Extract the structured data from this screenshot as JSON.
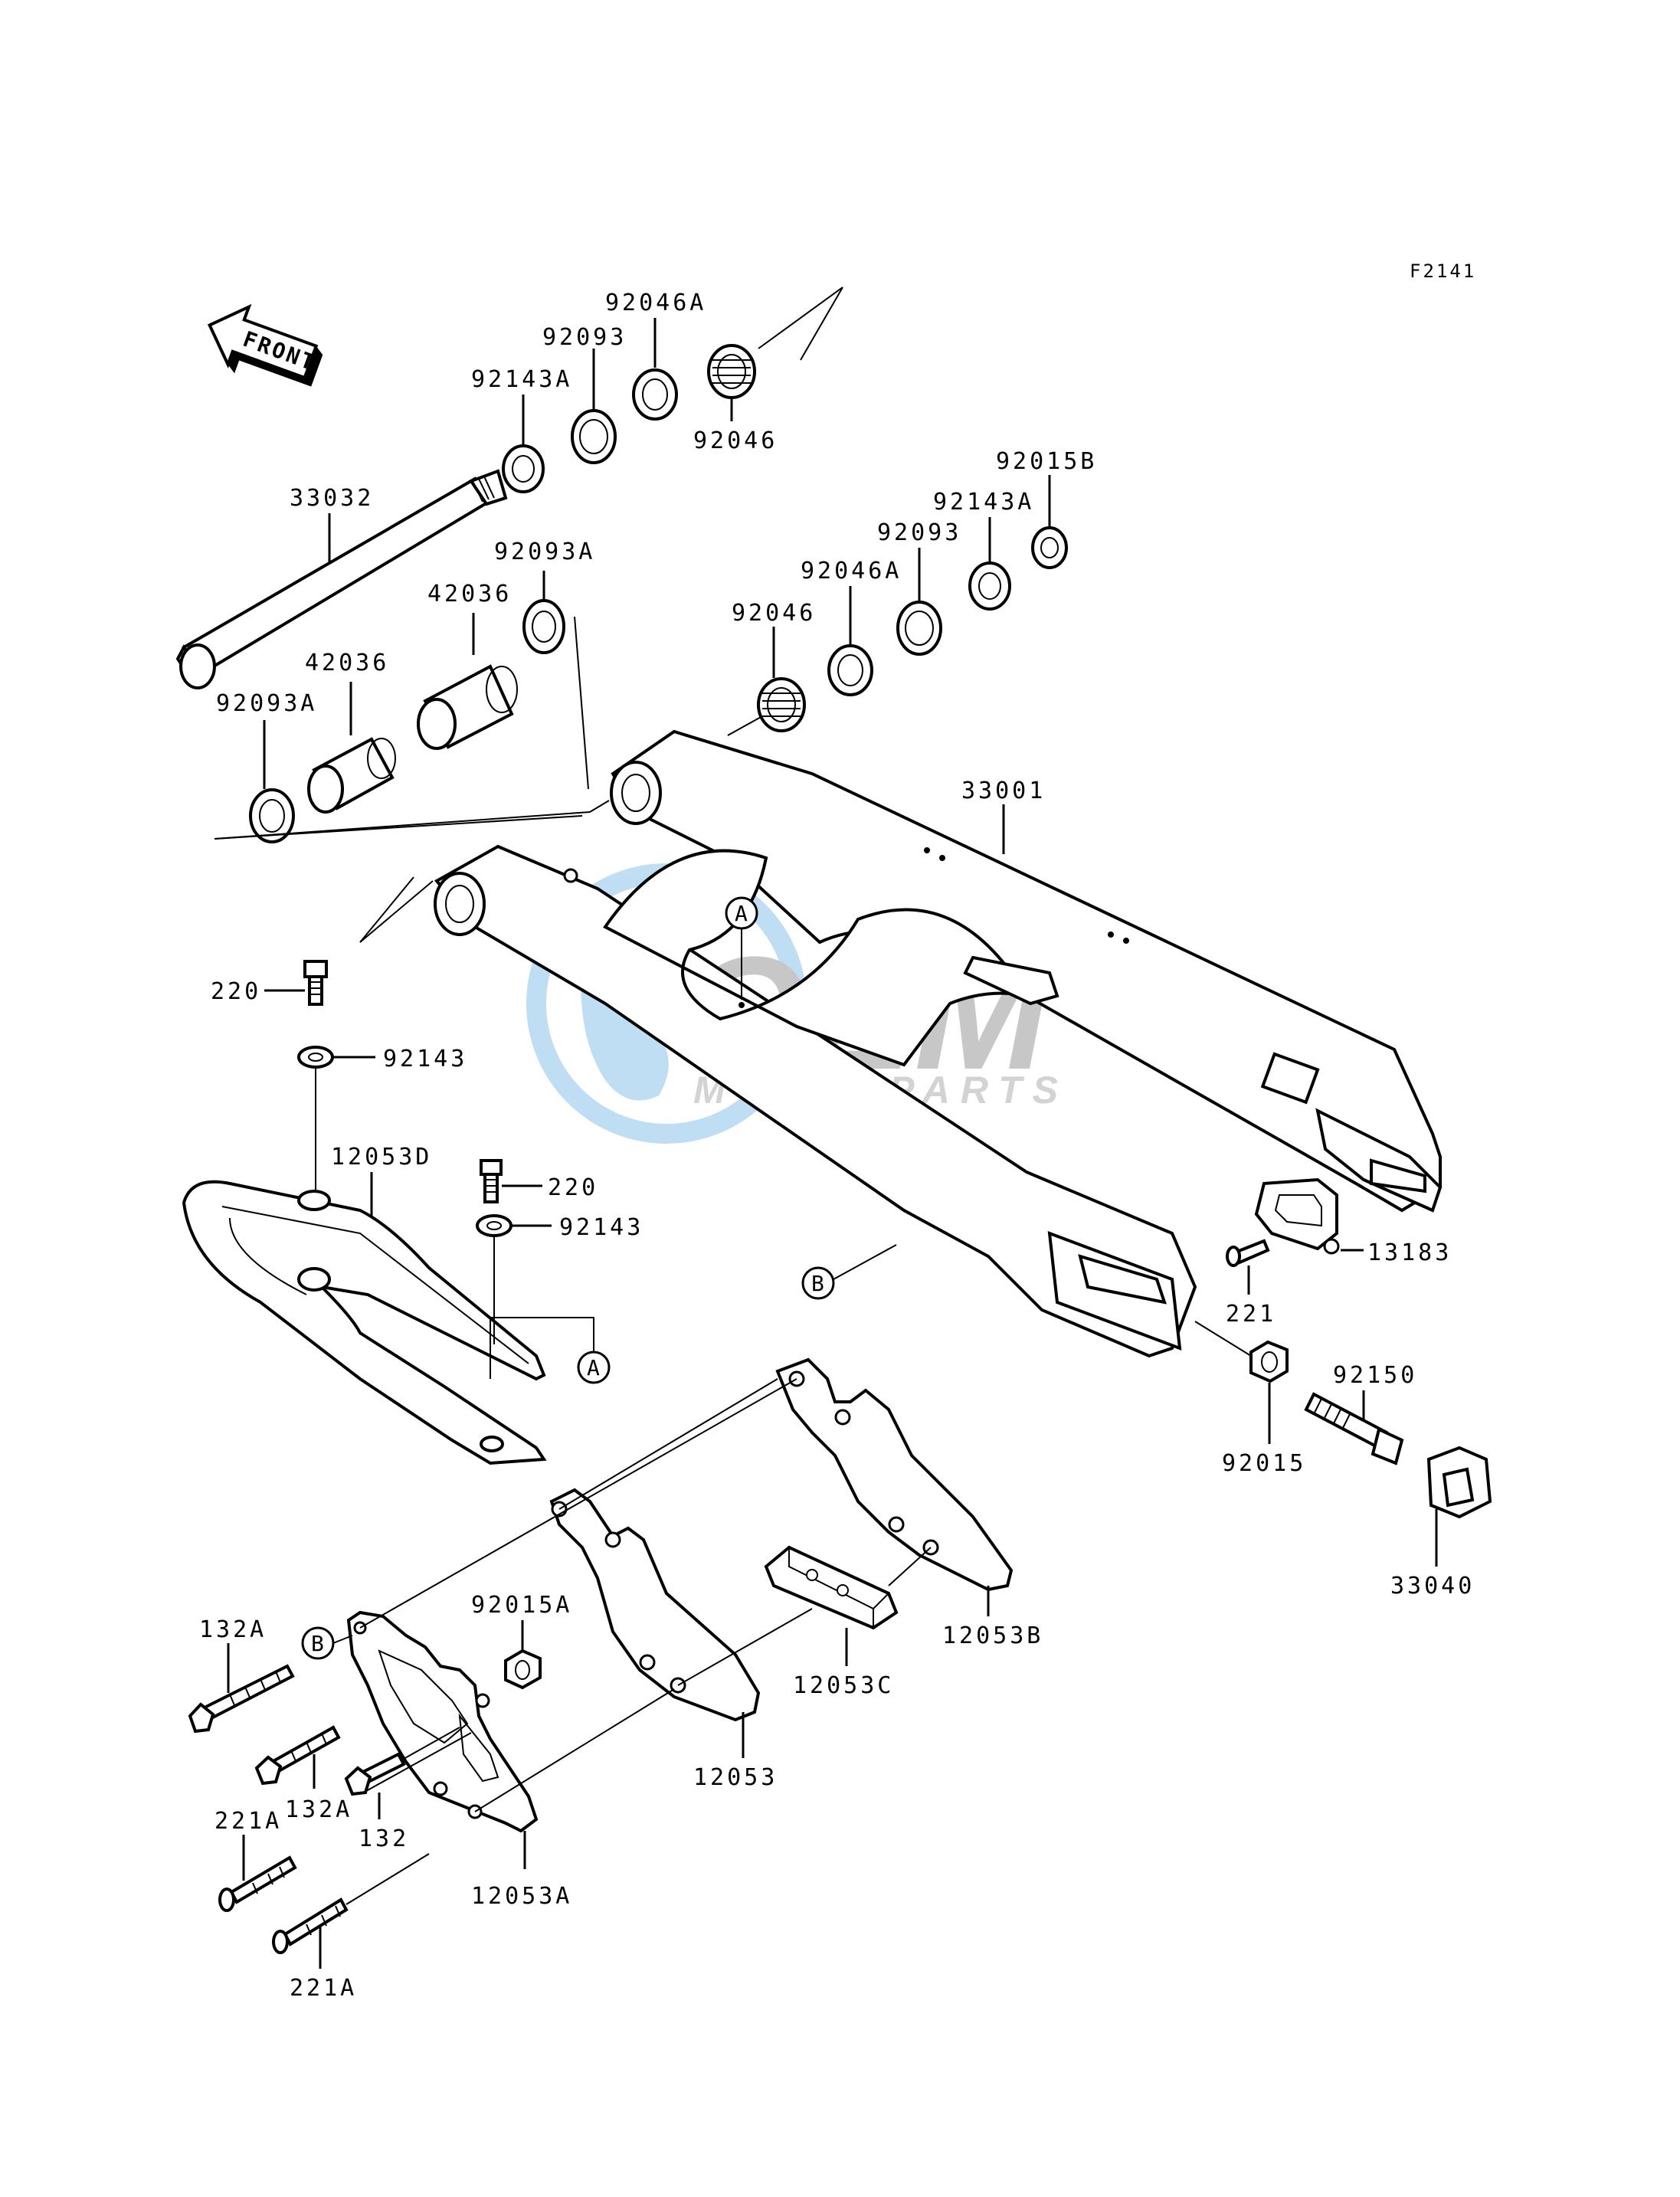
{
  "figure_ref": "F2141",
  "front_label": "FRONT",
  "watermark": {
    "brand": "OEM",
    "sub": "MOTORPARTS",
    "color": "#4aa3df"
  },
  "parts": {
    "p92046A_top": "92046A",
    "p92093_top": "92093",
    "p92143A_top": "92143A",
    "p92046_top": "92046",
    "p33032": "33032",
    "p92093A_a": "92093A",
    "p42036_a": "42036",
    "p42036_b": "42036",
    "p92093A_b": "92093A",
    "p92015B": "92015B",
    "p92143A_r": "92143A",
    "p92093_r": "92093",
    "p92046A_r": "92046A",
    "p92046_r": "92046",
    "p33001": "33001",
    "p220_a": "220",
    "p92143_a": "92143",
    "p12053D": "12053D",
    "p220_b": "220",
    "p92143_b": "92143",
    "p13183": "13183",
    "p221": "221",
    "p92150": "92150",
    "p92015": "92015",
    "p33040": "33040",
    "p132A_a": "132A",
    "p92015A": "92015A",
    "p12053B": "12053B",
    "p12053C": "12053C",
    "p132A_b": "132A",
    "p132": "132",
    "p12053": "12053",
    "p221A_a": "221A",
    "p221A_b": "221A",
    "p12053A": "12053A"
  },
  "callouts": {
    "A": "A",
    "B": "B"
  }
}
